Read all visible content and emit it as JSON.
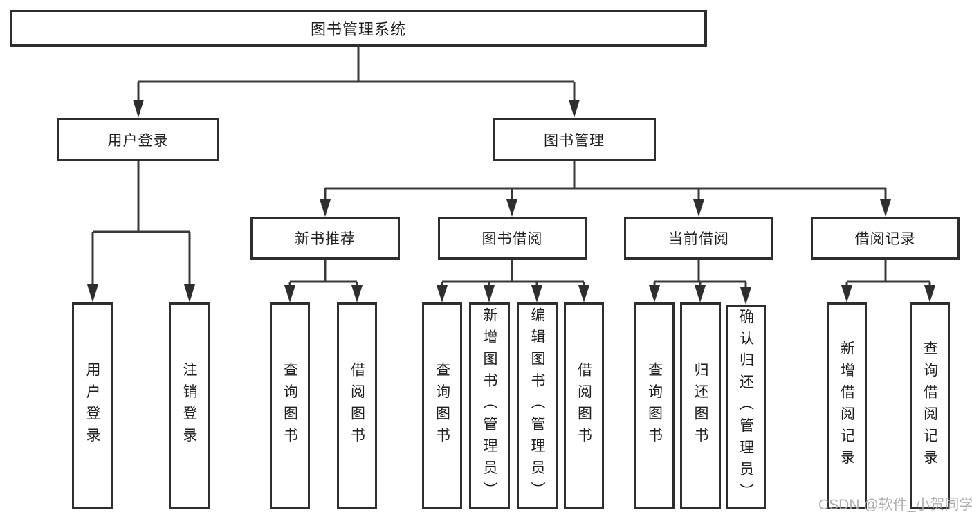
{
  "diagram": {
    "title": "图书管理系统",
    "branches": [
      {
        "label": "用户登录",
        "children": [
          {
            "label": "用户登录"
          },
          {
            "label": "注销登录"
          }
        ]
      },
      {
        "label": "图书管理",
        "children": [
          {
            "label": "新书推荐",
            "children": [
              {
                "label": "查询图书"
              },
              {
                "label": "借阅图书"
              }
            ]
          },
          {
            "label": "图书借阅",
            "children": [
              {
                "label": "查询图书"
              },
              {
                "label": "新增图书（管理员）"
              },
              {
                "label": "编辑图书（管理员）"
              },
              {
                "label": "借阅图书"
              }
            ]
          },
          {
            "label": "当前借阅",
            "children": [
              {
                "label": "查询图书"
              },
              {
                "label": "归还图书"
              },
              {
                "label": "确认归还（管理员）"
              }
            ]
          },
          {
            "label": "借阅记录",
            "children": [
              {
                "label": "新增借阅记录"
              },
              {
                "label": "查询借阅记录"
              }
            ]
          }
        ]
      }
    ]
  },
  "watermark": "CSDN @软件_小贺同学",
  "colors": {
    "line": "#383838",
    "box_border": "#2e2e2e",
    "text": "#1f1f1f",
    "watermark": "#a9a9a9",
    "background": "#ffffff"
  }
}
